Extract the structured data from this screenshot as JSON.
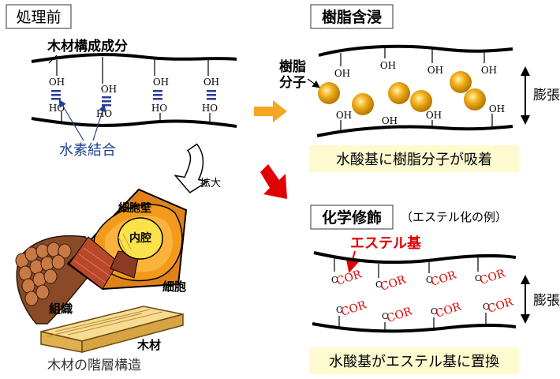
{
  "titles": {
    "before": "処理前",
    "impregnation": "樹脂含浸",
    "modification": "化学修飾",
    "modification_note": "（エステル化の例）"
  },
  "labels": {
    "wood_components": "木材構成成分",
    "oh": "OH",
    "ho": "HO",
    "hydrogen_bond": "水素結合",
    "resin_molecule_line1": "樹脂",
    "resin_molecule_line2": "分子",
    "swelling": "膨張",
    "magnify": "拡大",
    "cell_wall": "細胞壁",
    "lumen": "内腔",
    "cell": "細胞",
    "tissue": "組織",
    "wood": "木材",
    "hierarchy": "木材の階層構造",
    "ester_group": "エステル基",
    "ester_o": "O",
    "ester_cor": "COR"
  },
  "captions": {
    "impregnation": "水酸基に樹脂分子が吸着",
    "modification": "水酸基がエステル基に置換"
  },
  "colors": {
    "hydrogen_bond": "#2b3a9c",
    "annotation_blue": "#1f3f8f",
    "arrow_orange": "#f5a623",
    "arrow_red": "#e00000",
    "ester_red": "#e00000",
    "caption_bg": "#fdfad0",
    "resin_inner": "#f2b01e",
    "resin_outer": "#c88a00",
    "cell_orange": "#f39a1c",
    "cell_yellow": "#fbe24a"
  }
}
